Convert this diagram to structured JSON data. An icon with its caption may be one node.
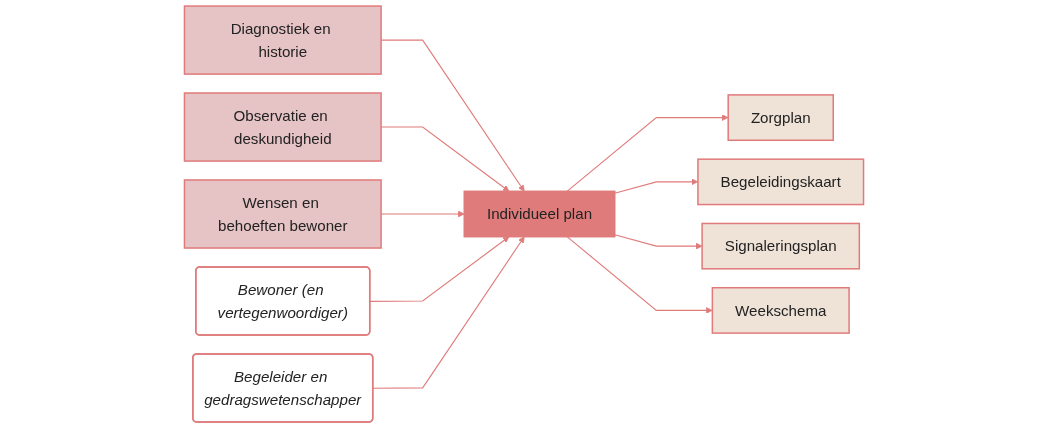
{
  "diagram": {
    "nodes": [
      {
        "text": [
          "Diagnostiek en historie"
        ]
      },
      {
        "text": [
          "Observatie en deskundigheid"
        ]
      },
      {
        "text": [
          "Wensen en behoeften bewoner"
        ]
      },
      {
        "text": [
          "Bewoner (en vertegenwoordiger)"
        ]
      },
      {
        "text": [
          "Individueel plan"
        ]
      },
      {
        "text": [
          "Begeleider en gedragswetenschapper"
        ]
      },
      {
        "text": [
          "Zorgplan"
        ]
      },
      {
        "text": [
          "Begeleidingskaart"
        ]
      },
      {
        "text": [
          "Signaleringsplan"
        ]
      },
      {
        "text": [
          "Weekschema"
        ]
      }
    ],
    "edges": [
      {
        "from": 0,
        "to": 4,
        "arrow": "to"
      },
      {
        "from": 1,
        "to": 4,
        "arrow": "to"
      },
      {
        "from": 2,
        "to": 4,
        "arrow": "to"
      },
      {
        "from": 3,
        "to": 4,
        "arrow": "to"
      },
      {
        "from": 5,
        "to": 4,
        "arrow": "to"
      },
      {
        "from": 4,
        "to": 6,
        "arrow": "to"
      },
      {
        "from": 4,
        "to": 7,
        "arrow": "to"
      },
      {
        "from": 4,
        "to": 8,
        "arrow": "to"
      },
      {
        "from": 4,
        "to": 9,
        "arrow": "to"
      }
    ]
  }
}
